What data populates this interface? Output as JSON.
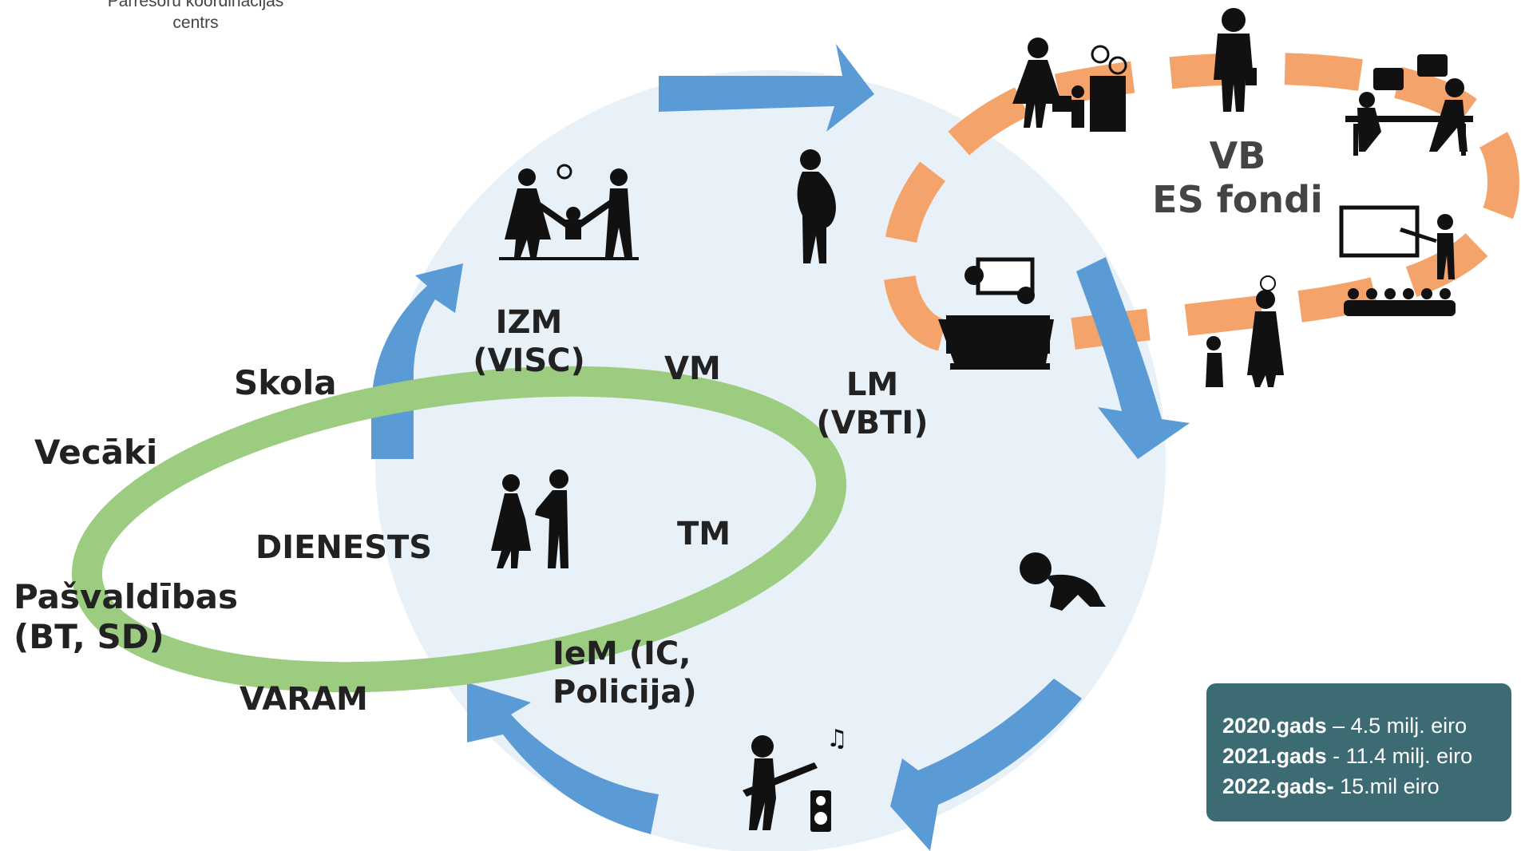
{
  "header": {
    "org_line1": "Pārresoru koordinācijas",
    "org_line2": "centrs"
  },
  "labels": {
    "izm": "IZM",
    "izm_sub": "(VISC)",
    "vm": "VM",
    "lm": "LM",
    "lm_sub": "(VBTI)",
    "skola": "Skola",
    "vecaki": "Vecāki",
    "dienests": "DIENESTS",
    "tm": "TM",
    "pasvaldibas": "Pašvaldības",
    "pasvaldibas_sub": "(BT, SD)",
    "varam": "VARAM",
    "iem": "IeM (IC,",
    "iem_sub": "Policija)",
    "vb": "VB",
    "es_fondi": "ES fondi"
  },
  "funding": [
    {
      "year": "2020.gads",
      "amount": " – 4.5 milj. eiro"
    },
    {
      "year": "2021.gads",
      "amount": " - 11.4 milj. eiro"
    },
    {
      "year": "2022.gads-",
      "amount": " 15.mil eiro"
    }
  ],
  "icons": [
    "family-icon",
    "pregnant-woman-icon",
    "ultrasound-icon",
    "crawling-baby-icon",
    "teen-guitar-icon",
    "handshake-couple-icon",
    "mother-child-shopping-icon",
    "business-person-icon",
    "counseling-meeting-icon",
    "presentation-icon",
    "stressed-parent-icon"
  ],
  "colors": {
    "circle": "#e8f0f8",
    "arrow": "#5b9bd5",
    "ellipse": "#9ccc80",
    "funding_bg": "#3d6b73",
    "orange": "#f4a46a"
  }
}
